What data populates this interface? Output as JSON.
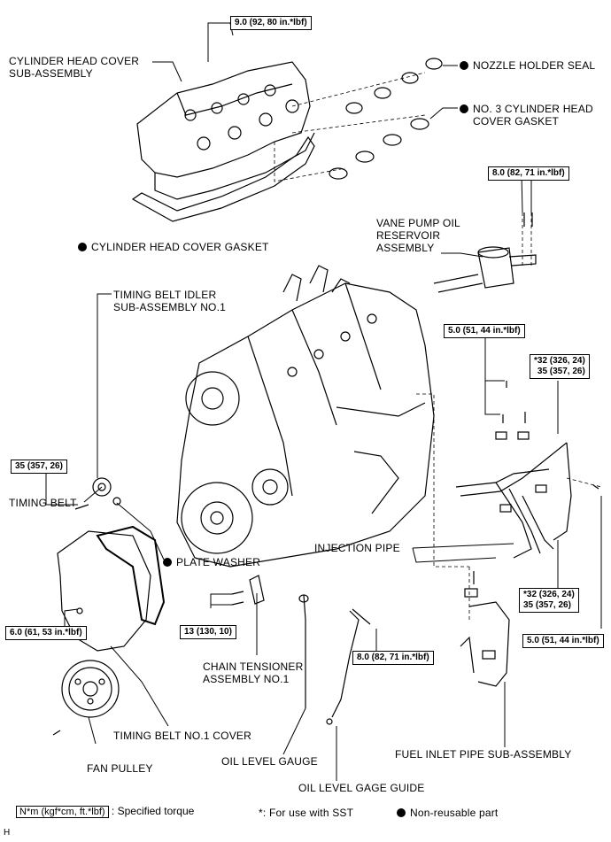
{
  "labels": {
    "cylinder_head_cover_1": "CYLINDER HEAD COVER",
    "cylinder_head_cover_2": "SUB-ASSEMBLY",
    "nozzle_holder_seal": "NOZZLE HOLDER SEAL",
    "no3_gasket_1": "NO. 3 CYLINDER HEAD",
    "no3_gasket_2": "COVER GASKET",
    "cover_gasket": "CYLINDER HEAD COVER GASKET",
    "vane_pump_1": "VANE PUMP OIL",
    "vane_pump_2": "RESERVOIR",
    "vane_pump_3": "ASSEMBLY",
    "idler_1": "TIMING BELT IDLER",
    "idler_2": "SUB-ASSEMBLY NO.1",
    "timing_belt": "TIMING BELT",
    "plate_washer": "PLATE WASHER",
    "injection_pipe": "INJECTION PIPE",
    "chain_tensioner_1": "CHAIN TENSIONER",
    "chain_tensioner_2": "ASSEMBLY NO.1",
    "timing_belt_cover": "TIMING BELT NO.1 COVER",
    "fan_pulley": "FAN PULLEY",
    "oil_level_gauge": "OIL LEVEL GAUGE",
    "fuel_inlet_pipe": "FUEL INLET PIPE SUB-ASSEMBLY",
    "oil_level_gage_guide": "OIL LEVEL GAGE GUIDE"
  },
  "torques": {
    "head_cover_bolt": "9.0 (92, 80 in.*lbf)",
    "vane_pump_bolt": "8.0 (82, 71 in.*lbf)",
    "clamp_bolt": "5.0 (51, 44 in.*lbf)",
    "pipe_nut_top_1": "*32 (326, 24)",
    "pipe_nut_top_2": "35 (357, 26)",
    "idler_bolt": "35 (357, 26)",
    "tensioner_bolt": "13 (130, 10)",
    "belt_cover_bolt": "6.0 (61, 53 in.*lbf)",
    "gage_guide_bolt": "8.0 (82, 71 in.*lbf)",
    "pipe_nut_bottom_1": "*32 (326, 24)",
    "pipe_nut_bottom_2": "35 (357, 26)",
    "clamp_bolt_lower": "5.0 (51, 44 in.*lbf)"
  },
  "legend": {
    "unit_box": "N*m (kgf*cm, ft.*lbf)",
    "unit_desc": ": Specified torque",
    "sst_note": "*: For use with SST",
    "nonreusable": "Non-reusable part"
  },
  "corner_code": "H"
}
